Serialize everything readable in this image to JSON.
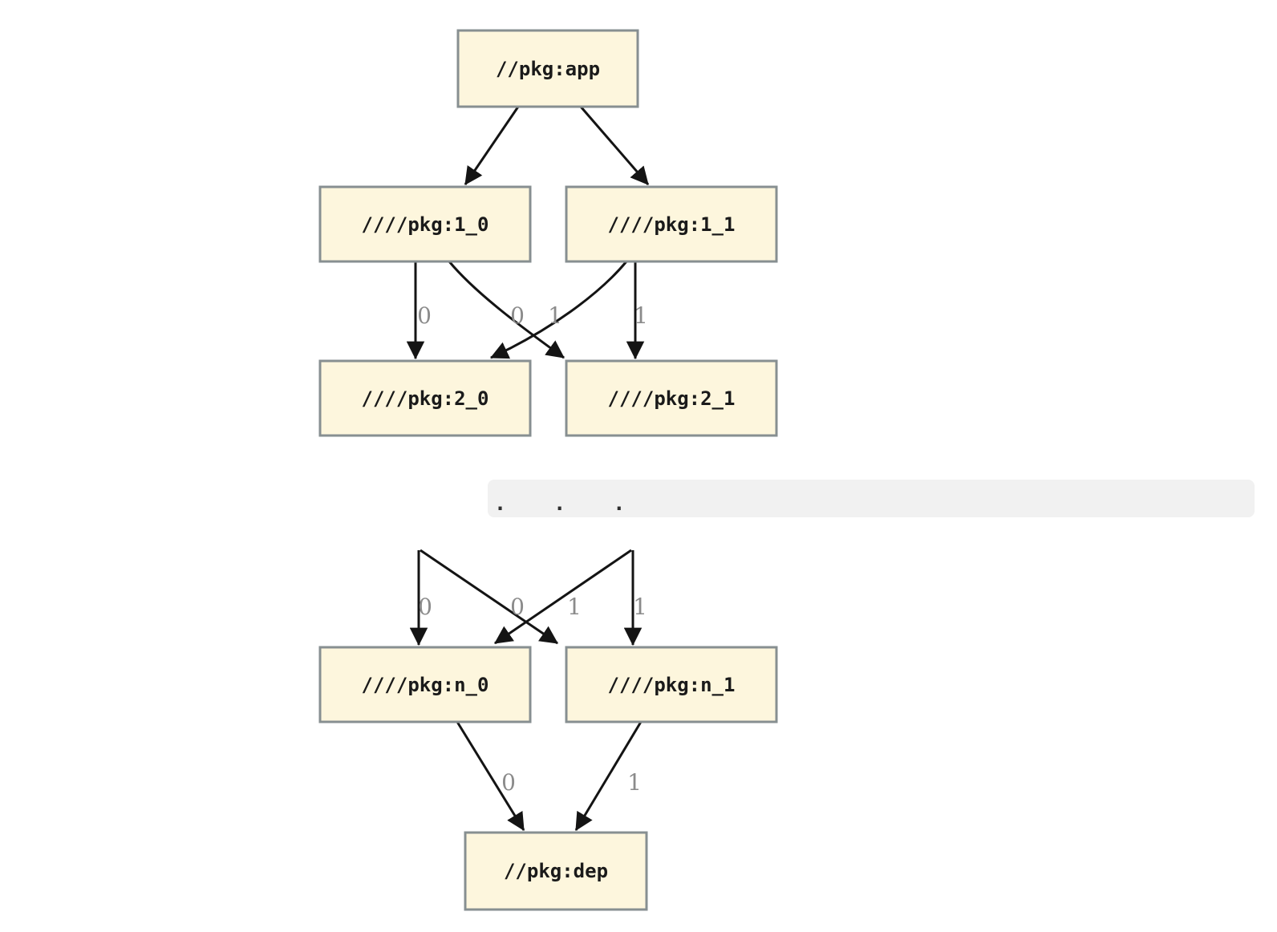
{
  "diagram": {
    "type": "dependency-graph",
    "nodes": [
      {
        "label": "//pkg:app"
      },
      {
        "label": "////pkg:1_0"
      },
      {
        "label": "////pkg:1_1"
      },
      {
        "label": "////pkg:2_0"
      },
      {
        "label": "////pkg:2_1"
      },
      {
        "label": "////pkg:n_0"
      },
      {
        "label": "////pkg:n_1"
      },
      {
        "label": "//pkg:dep"
      }
    ],
    "ellipsis_text": ". . .",
    "edges": [
      {
        "from": "//pkg:app",
        "to": "////pkg:1_0",
        "label": ""
      },
      {
        "from": "//pkg:app",
        "to": "////pkg:1_1",
        "label": ""
      },
      {
        "from": "////pkg:1_0",
        "to": "////pkg:2_0",
        "label": "0"
      },
      {
        "from": "////pkg:1_1",
        "to": "////pkg:2_0",
        "label": "0"
      },
      {
        "from": "////pkg:1_0",
        "to": "////pkg:2_1",
        "label": "1"
      },
      {
        "from": "////pkg:1_1",
        "to": "////pkg:2_1",
        "label": "1"
      },
      {
        "from": ". . .",
        "to": "////pkg:n_0",
        "label": "0"
      },
      {
        "from": ". . .",
        "to": "////pkg:n_0",
        "label": "0"
      },
      {
        "from": ". . .",
        "to": "////pkg:n_1",
        "label": "1"
      },
      {
        "from": ". . .",
        "to": "////pkg:n_1",
        "label": "1"
      },
      {
        "from": "////pkg:n_0",
        "to": "//pkg:dep",
        "label": "0"
      },
      {
        "from": "////pkg:n_1",
        "to": "//pkg:dep",
        "label": "1"
      }
    ],
    "colors": {
      "node_fill": "#fdf6dd",
      "node_border": "#878f91",
      "node_text": "#1a1a1a",
      "edge_color": "#141414",
      "edge_label_color": "#8b8b8b",
      "ellipsis_bar_bg": "#f1f1f1"
    }
  }
}
